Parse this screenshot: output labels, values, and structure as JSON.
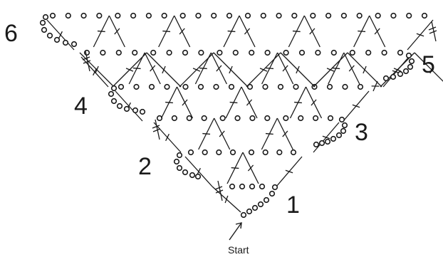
{
  "diagram": {
    "row_labels": [
      "1",
      "2",
      "3",
      "4",
      "5",
      "6"
    ],
    "start_label": "Start"
  }
}
